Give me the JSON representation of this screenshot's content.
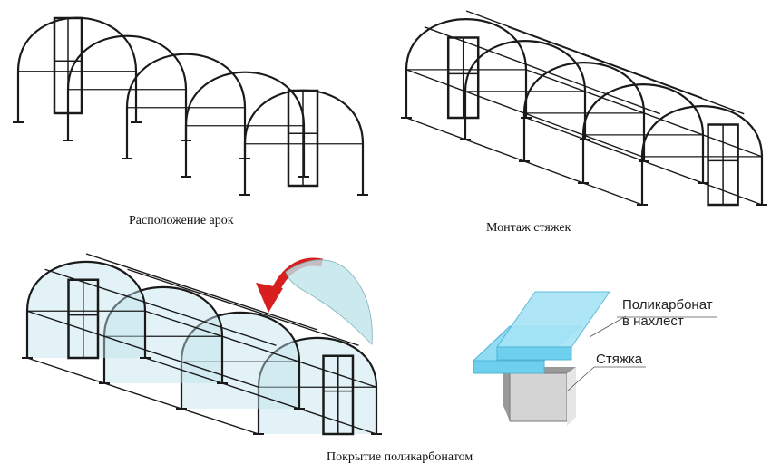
{
  "captions": {
    "arch_placement": "Расположение арок",
    "ties_mounting": "Монтаж стяжек",
    "polycarbonate_covering": "Покрытие поликарбонатом"
  },
  "inset": {
    "polycarbonate_label_line1": "Поликарбонат",
    "polycarbonate_label_line2": "в нахлест",
    "tie_label": "Стяжка"
  },
  "colors": {
    "frame": "#1a1a1a",
    "sheet": "#bfe3ea",
    "polycarbonate": "#6fd0ee",
    "arrow": "#d81f1f"
  }
}
